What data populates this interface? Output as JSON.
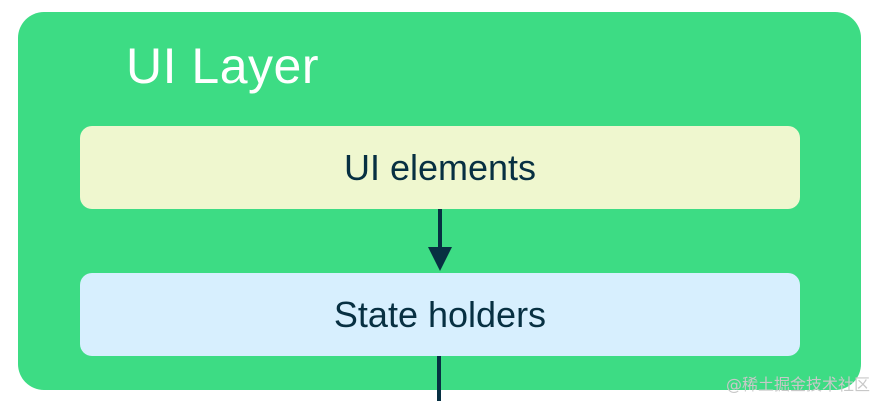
{
  "diagram": {
    "layer_title": "UI Layer",
    "boxes": {
      "ui_elements": "UI elements",
      "state_holders": "State holders"
    }
  },
  "watermark": "@稀土掘金技术社区",
  "colors": {
    "layer_background": "#3ddc84",
    "ui_elements_background": "#eff7cf",
    "state_holders_background": "#d7effe",
    "text_dark": "#073042",
    "title_text": "#ffffff"
  }
}
